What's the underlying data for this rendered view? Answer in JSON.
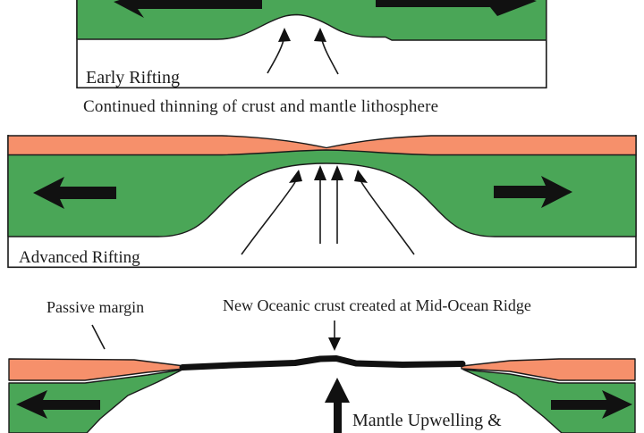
{
  "colors": {
    "lithosphere_green": "#4aa657",
    "crust_orange": "#f6906b",
    "outline": "#1a1a1a",
    "arrow_black": "#111111"
  },
  "stage1": {
    "label": "Early Rifting"
  },
  "caption": "Continued thinning of crust and mantle lithosphere",
  "stage2": {
    "label": "Advanced Rifting"
  },
  "stage3": {
    "passive_margin": "Passive margin",
    "ridge": "New Oceanic crust created at Mid-Ocean Ridge",
    "upwelling": "Mantle Upwelling &"
  }
}
